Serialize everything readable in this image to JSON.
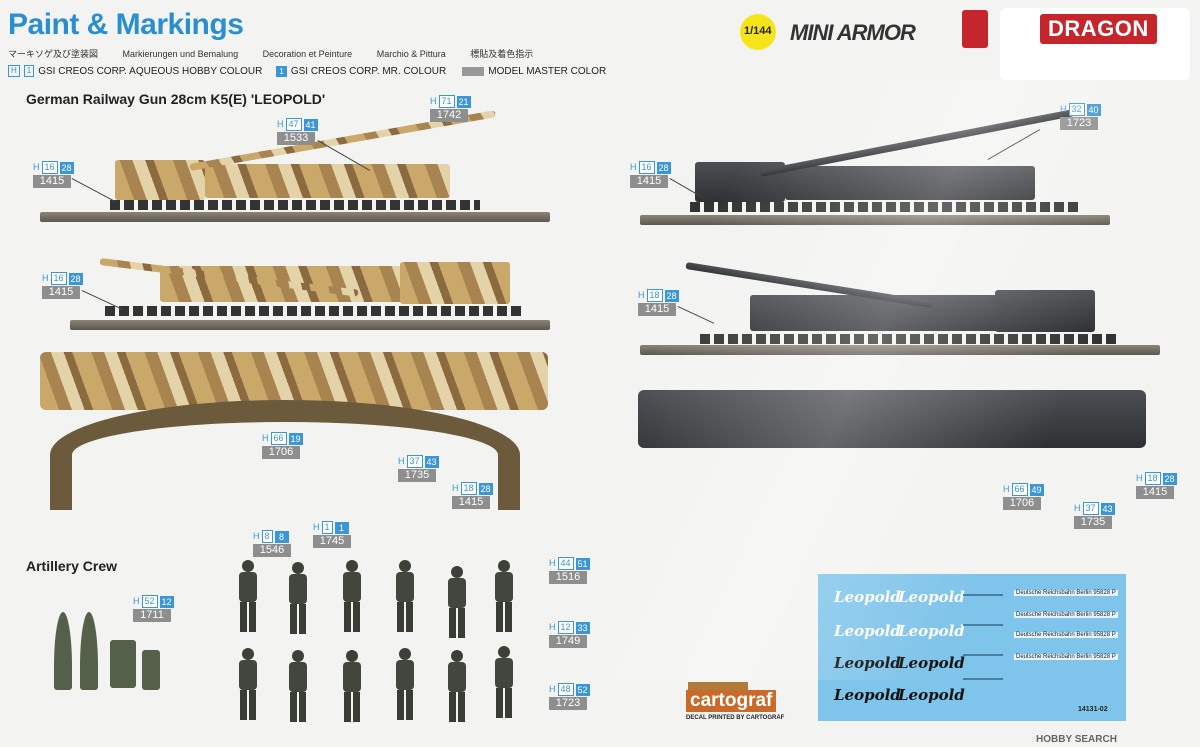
{
  "header": {
    "title": "Paint & Markings",
    "languages": [
      "マーキソゲ及び塗装図",
      "Markierungen und Bemalung",
      "Decoration et Peinture",
      "Marchio & Pittura",
      "標貼及着色指示"
    ],
    "legend": {
      "hobby_h": "H",
      "hobby_n": "1",
      "hobby_label": "GSI CREOS CORP. AQUEOUS HOBBY COLOUR",
      "mr_n": "1",
      "mr_label": "GSI CREOS CORP. MR. COLOUR",
      "mm_label": "MODEL MASTER COLOR"
    },
    "scale": "1/144",
    "series": "MINI ARMOR",
    "brand": "DRAGON"
  },
  "sections": {
    "railway_gun": "German Railway Gun 28cm K5(E) 'LEOPOLD'",
    "crew": "Artillery Crew"
  },
  "callouts": [
    {
      "h": "H",
      "hn": "16",
      "n": "28",
      "mm": "1415"
    },
    {
      "h": "H",
      "hn": "47",
      "n": "41",
      "mm": "1533"
    },
    {
      "h": "H",
      "hn": "71",
      "n": "21",
      "mm": "1742"
    },
    {
      "h": "H",
      "hn": "16",
      "n": "28",
      "mm": "1415"
    },
    {
      "h": "H",
      "hn": "66",
      "n": "19",
      "mm": "1706"
    },
    {
      "h": "H",
      "hn": "37",
      "n": "43",
      "mm": "1735"
    },
    {
      "h": "H",
      "hn": "18",
      "n": "28",
      "mm": "1415"
    },
    {
      "h": "H",
      "hn": "16",
      "n": "28",
      "mm": "1415"
    },
    {
      "h": "H",
      "hn": "32",
      "n": "40",
      "mm": "1723"
    },
    {
      "h": "H",
      "hn": "18",
      "n": "28",
      "mm": "1415"
    },
    {
      "h": "H",
      "hn": "66",
      "n": "49",
      "mm": "1706"
    },
    {
      "h": "H",
      "hn": "37",
      "n": "43",
      "mm": "1735"
    },
    {
      "h": "H",
      "hn": "18",
      "n": "28",
      "mm": "1415"
    },
    {
      "h": "H",
      "hn": "8",
      "n": "8",
      "mm": "1546"
    },
    {
      "h": "H",
      "hn": "1",
      "n": "1",
      "mm": "1745"
    },
    {
      "h": "H",
      "hn": "44",
      "n": "51",
      "mm": "1516"
    },
    {
      "h": "H",
      "hn": "52",
      "n": "12",
      "mm": "1711"
    },
    {
      "h": "H",
      "hn": "12",
      "n": "33",
      "mm": "1749"
    },
    {
      "h": "H",
      "hn": "48",
      "n": "52",
      "mm": "1723"
    }
  ],
  "decal": {
    "leopold": "Leopold",
    "reichsbahn": "Deutsche Reichsbahn Berlin 95828 P"
  },
  "cartograf": {
    "name": "cartograf",
    "sub": "DECAL PRINTED BY CARTOGRAF"
  },
  "product_code": "14131-02",
  "watermark": "HOBBY SEARCH",
  "colors": {
    "accent_blue": "#3a96d6",
    "title_blue": "#2a8fd0",
    "brand_red": "#c4262b",
    "mm_grey": "#8e8e8e",
    "decal_blue": "#7fc4ea",
    "scale_yellow": "#f5e41a"
  }
}
